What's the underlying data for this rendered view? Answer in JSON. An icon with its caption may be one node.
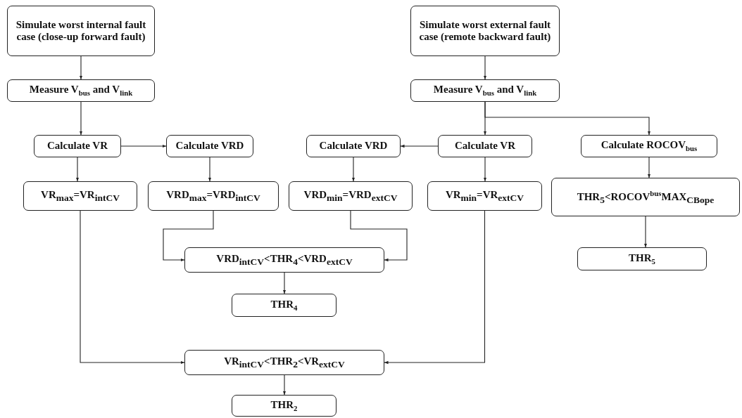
{
  "diagram": {
    "nodes": [
      {
        "text": [
          "Simulate worst internal fault case (close-up forward fault)"
        ]
      },
      {
        "text": [
          "Measure V$_{bus}$ and V$_{link}$"
        ]
      },
      {
        "text": [
          "Calculate VR"
        ]
      },
      {
        "text": [
          "Calculate VRD"
        ]
      },
      {
        "text": [
          "VR$_{max}$=VR$_{int}$$_{CV}$"
        ]
      },
      {
        "text": [
          "VRD$_{max}$=VRD$_{int}$$_{CV}$"
        ]
      },
      {
        "text": [
          "Simulate worst external fault case (remote backward fault)"
        ]
      },
      {
        "text": [
          "Measure V$_{bus}$ and V$_{link}$"
        ]
      },
      {
        "text": [
          "Calculate VRD"
        ]
      },
      {
        "text": [
          "Calculate VR"
        ]
      },
      {
        "text": [
          "Calculate ROCOV$_{bus}$"
        ]
      },
      {
        "text": [
          "VRD$_{min}$=VRD$_{ext}$$_{CV}$"
        ]
      },
      {
        "text": [
          "VR$_{min}$=VR$_{ext}$$_{CV}$"
        ]
      },
      {
        "text": [
          "THR$_{5}$<ROCOV$^{bus}$MAX$_{CBope}$"
        ]
      },
      {
        "text": [
          "VRD$_{int}$$_{CV}$<THR$_{4}$<VRD$_{ext}$$_{CV}$"
        ]
      },
      {
        "text": [
          "THR$_{4}$"
        ]
      },
      {
        "text": [
          "THR$_{5}$"
        ]
      },
      {
        "text": [
          "VR$_{int}$$_{CV}$<THR$_{2}$<VR$_{ext}$$_{CV}$"
        ]
      },
      {
        "text": [
          "THR$_{2}$"
        ]
      }
    ],
    "edges": [
      {
        "from": 0,
        "to": 1,
        "arrow": "to"
      },
      {
        "from": 1,
        "to": 2,
        "arrow": "to"
      },
      {
        "from": 2,
        "to": 3,
        "arrow": "to"
      },
      {
        "from": 2,
        "to": 4,
        "arrow": "to"
      },
      {
        "from": 3,
        "to": 5,
        "arrow": "to"
      },
      {
        "from": 5,
        "to": 14,
        "arrow": "to"
      },
      {
        "from": 4,
        "to": 17,
        "arrow": "to"
      },
      {
        "from": 6,
        "to": 7,
        "arrow": "to"
      },
      {
        "from": 7,
        "to": 9,
        "arrow": "to"
      },
      {
        "from": 7,
        "to": 10,
        "arrow": "to"
      },
      {
        "from": 9,
        "to": 8,
        "arrow": "to"
      },
      {
        "from": 8,
        "to": 11,
        "arrow": "to"
      },
      {
        "from": 9,
        "to": 12,
        "arrow": "to"
      },
      {
        "from": 10,
        "to": 13,
        "arrow": "to"
      },
      {
        "from": 11,
        "to": 14,
        "arrow": "to"
      },
      {
        "from": 12,
        "to": 17,
        "arrow": "to"
      },
      {
        "from": 14,
        "to": 15,
        "arrow": "to"
      },
      {
        "from": 13,
        "to": 16,
        "arrow": "to"
      },
      {
        "from": 17,
        "to": 18,
        "arrow": "to"
      }
    ]
  }
}
